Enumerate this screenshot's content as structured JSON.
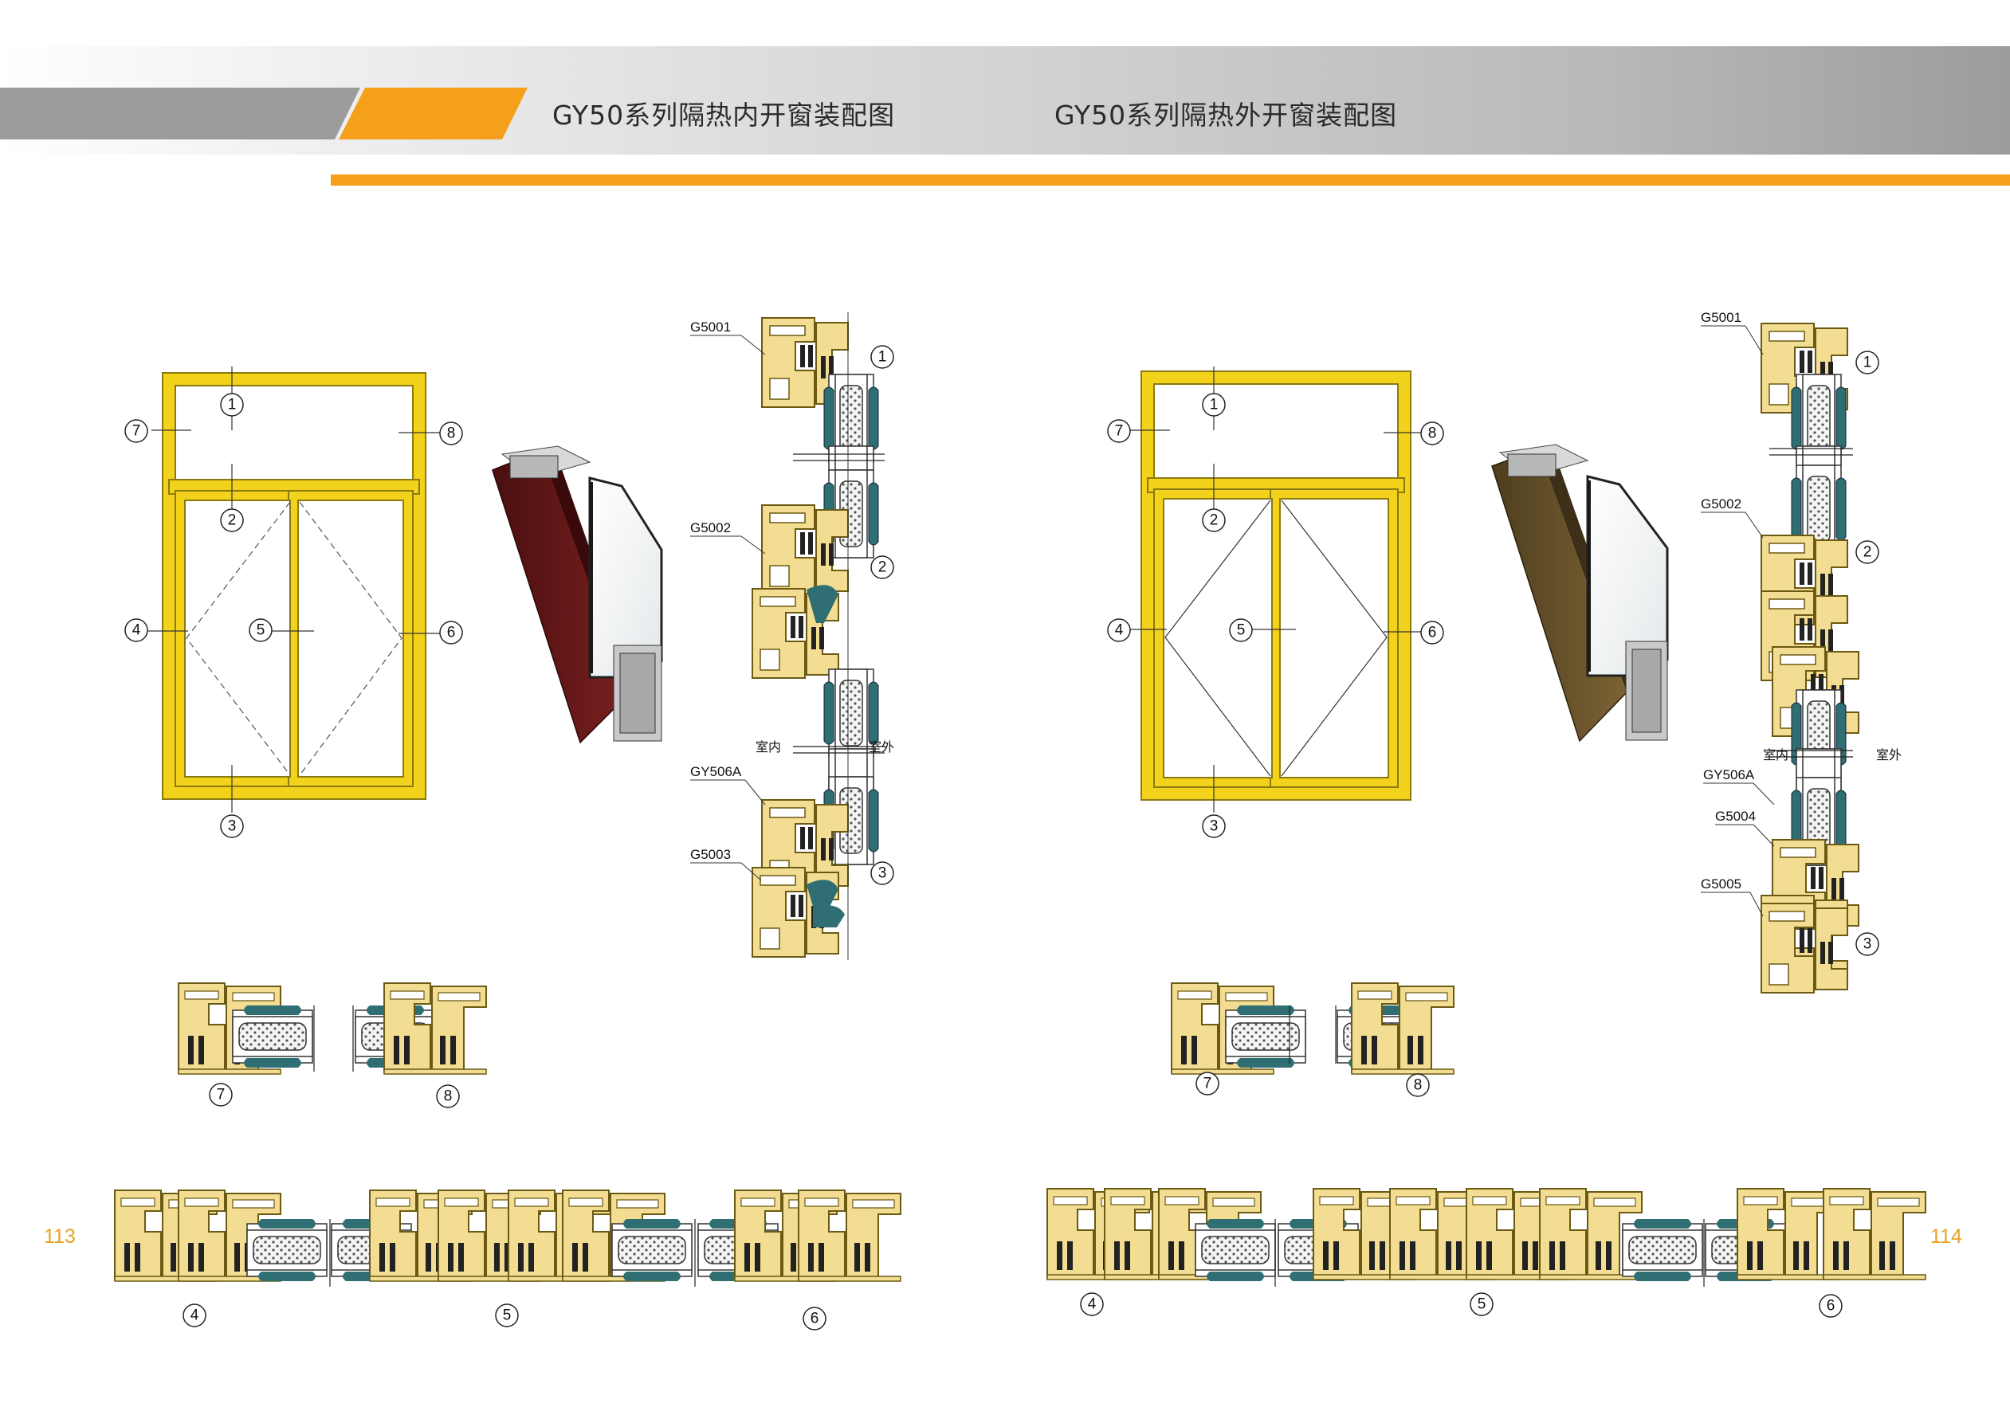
{
  "header": {
    "title_left": "GY50系列隔热内开窗装配图",
    "title_right": "GY50系列隔热外开窗装配图",
    "accent_color": "#f5a01a",
    "gray_color": "#9b9b9b"
  },
  "page_numbers": {
    "left": "113",
    "right": "114"
  },
  "left_page": {
    "callouts": [
      "1",
      "2",
      "3",
      "4",
      "5",
      "6",
      "7",
      "8"
    ],
    "profile_labels": [
      "G5001",
      "G5002",
      "GY506A",
      "G5003"
    ],
    "interior_label": "室内",
    "exterior_label": "室外",
    "sample_color": "#6b1a1a"
  },
  "right_page": {
    "callouts": [
      "1",
      "2",
      "3",
      "4",
      "5",
      "6",
      "7",
      "8"
    ],
    "profile_labels": [
      "G5001",
      "G5002",
      "GY506A",
      "G5004",
      "G5005"
    ],
    "interior_label": "室内",
    "exterior_label": "室外",
    "sample_color": "#5e4a26"
  },
  "colors": {
    "frame": "#f2d21a",
    "frame_stroke": "#8a7a10",
    "profile": "#f0d98a",
    "gasket": "#2f6f73"
  }
}
